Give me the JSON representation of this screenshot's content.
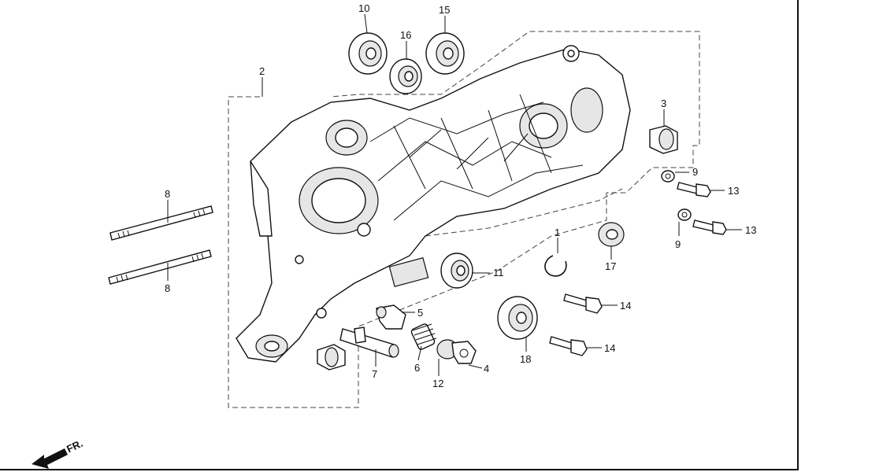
{
  "diagram": {
    "callouts": [
      {
        "id": "c10",
        "label": "10"
      },
      {
        "id": "c15",
        "label": "15"
      },
      {
        "id": "c16",
        "label": "16"
      },
      {
        "id": "c2",
        "label": "2"
      },
      {
        "id": "c3",
        "label": "3"
      },
      {
        "id": "c9a",
        "label": "9"
      },
      {
        "id": "c13a",
        "label": "13"
      },
      {
        "id": "c13b",
        "label": "13"
      },
      {
        "id": "c9b",
        "label": "9"
      },
      {
        "id": "c1",
        "label": "1"
      },
      {
        "id": "c17",
        "label": "17"
      },
      {
        "id": "c11",
        "label": "11"
      },
      {
        "id": "c8a",
        "label": "8"
      },
      {
        "id": "c8b",
        "label": "8"
      },
      {
        "id": "c5",
        "label": "5"
      },
      {
        "id": "c14a",
        "label": "14"
      },
      {
        "id": "c14b",
        "label": "14"
      },
      {
        "id": "c18",
        "label": "18"
      },
      {
        "id": "c6",
        "label": "6"
      },
      {
        "id": "c4",
        "label": "4"
      },
      {
        "id": "c7",
        "label": "7"
      },
      {
        "id": "c12",
        "label": "12"
      }
    ],
    "front_indicator": "FR."
  }
}
